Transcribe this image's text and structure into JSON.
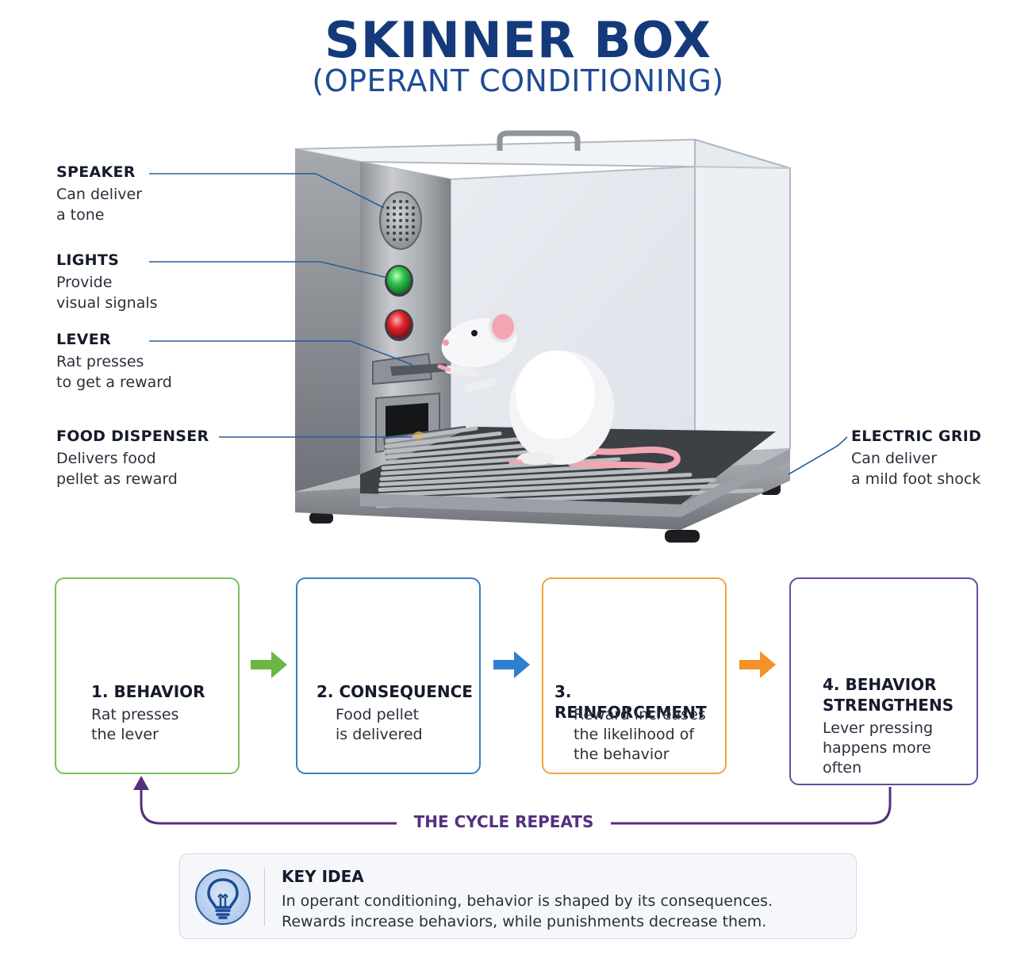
{
  "title": "SKINNER BOX",
  "subtitle": "(OPERANT CONDITIONING)",
  "components": [
    {
      "name": "SPEAKER",
      "desc_lines": [
        "Can deliver",
        "a tone"
      ]
    },
    {
      "name": "LIGHTS",
      "desc_lines": [
        "Provide",
        "visual signals"
      ]
    },
    {
      "name": "LEVER",
      "desc_lines": [
        "Rat presses",
        "to get a reward"
      ]
    },
    {
      "name": "FOOD DISPENSER",
      "desc_lines": [
        "Delivers food",
        "pellet as reward"
      ]
    },
    {
      "name": "ELECTRIC GRID",
      "desc_lines": [
        "Can deliver",
        "a mild foot shock"
      ]
    }
  ],
  "steps": [
    {
      "title_lines": [
        "1. BEHAVIOR"
      ],
      "desc_lines": [
        "Rat presses",
        "the lever"
      ],
      "color": "#7cbf5e",
      "icon": "rat-icon"
    },
    {
      "title_lines": [
        "2. CONSEQUENCE"
      ],
      "desc_lines": [
        "Food pellet",
        "is delivered"
      ],
      "color": "#3a7fc4",
      "icon": "food-dispenser-icon"
    },
    {
      "title_lines": [
        "3. REINFORCEMENT"
      ],
      "desc_lines": [
        "Reward increases",
        "the likelihood of",
        "the behavior"
      ],
      "color": "#f2a53a",
      "icon": "gift-icon"
    },
    {
      "title_lines": [
        "4. BEHAVIOR",
        "STRENGTHENS"
      ],
      "desc_lines": [
        "Lever pressing",
        "happens more",
        "often"
      ],
      "color": "#6a4a9c",
      "icon": "bar-chart-up-icon"
    }
  ],
  "arrow_colors": [
    "#6cb644",
    "#2f7fd0",
    "#f4922a"
  ],
  "cycle": {
    "label": "THE CYCLE REPEATS",
    "color": "#54307e"
  },
  "key_idea": {
    "title": "KEY IDEA",
    "lines": [
      "In operant conditioning, behavior is shaped by its consequences.",
      "Rewards increase behaviors, while punishments decrease them."
    ],
    "icon": "lightbulb-icon"
  },
  "colors": {
    "title": "#143a7b",
    "leader_line": "#2a5d9a",
    "light_green": "#2ec04a",
    "light_red": "#e0222a",
    "rat_ear": "#f2a6b4"
  }
}
